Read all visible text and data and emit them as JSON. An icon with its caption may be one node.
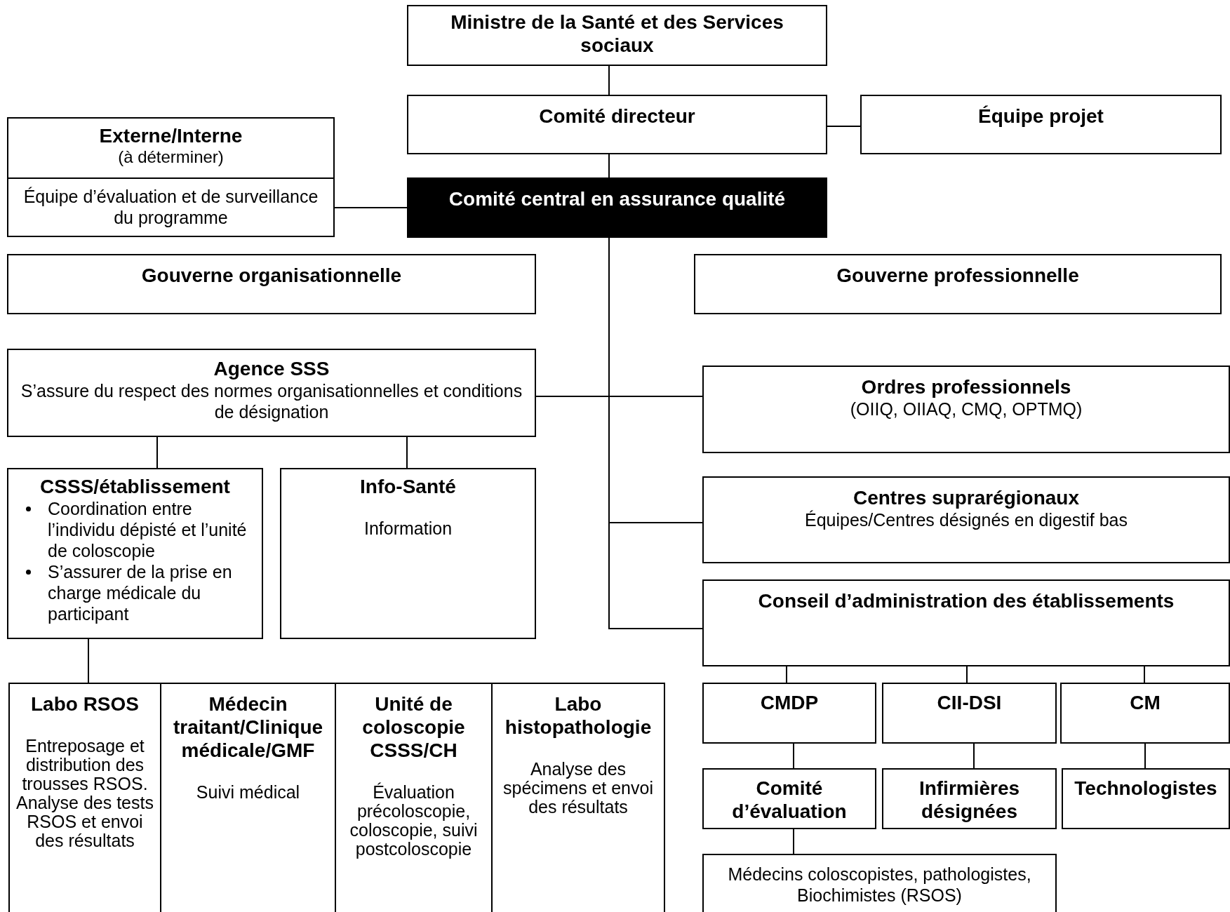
{
  "diagram": {
    "nodes": [
      {
        "text": [
          "Ministre de la Santé et des Services sociaux"
        ]
      },
      {
        "text": [
          "Comité directeur"
        ]
      },
      {
        "text": [
          "Équipe projet"
        ]
      },
      {
        "text": [
          "Externe/Interne",
          "(à déterminer)",
          "Équipe d’évaluation et de surveillance du programme"
        ]
      },
      {
        "text": [
          "Comité central en assurance qualité"
        ]
      },
      {
        "text": [
          "Gouverne organisationnelle"
        ]
      },
      {
        "text": [
          "Gouverne professionnelle"
        ]
      },
      {
        "text": [
          "Agence SSS",
          "S’assure du respect des normes organisationnelles et conditions de désignation"
        ]
      },
      {
        "text": [
          "Ordres professionnels",
          "(OIIQ, OIIAQ, CMQ, OPTMQ)"
        ]
      },
      {
        "text": [
          "Centres suprarégionaux",
          "Équipes/Centres désignés en digestif bas"
        ]
      },
      {
        "text": [
          "Conseil d’administration des établissements"
        ]
      },
      {
        "text": [
          "CSSS/établissement",
          "Coordination entre l’individu dépisté et l’unité de coloscopie",
          "S’assurer de la prise en charge médicale du participant"
        ]
      },
      {
        "text": [
          "Info-Santé",
          "Information"
        ]
      },
      {
        "text": [
          "Labo RSOS",
          "Entreposage et distribution des trousses RSOS. Analyse des tests RSOS et envoi des résultats"
        ]
      },
      {
        "text": [
          "Médecin traitant/Clinique médicale/GMF",
          "Suivi médical"
        ]
      },
      {
        "text": [
          "Unité de coloscopie CSSS/CH",
          "Évaluation précoloscopie, coloscopie, suivi postcoloscopie"
        ]
      },
      {
        "text": [
          "Labo histopathologie",
          "Analyse des spécimens et envoi des résultats"
        ]
      },
      {
        "text": [
          "CMDP"
        ]
      },
      {
        "text": [
          "CII-DSI"
        ]
      },
      {
        "text": [
          "CM"
        ]
      },
      {
        "text": [
          "Comité d’évaluation"
        ]
      },
      {
        "text": [
          "Infirmières désignées"
        ]
      },
      {
        "text": [
          "Technologistes"
        ]
      },
      {
        "text": [
          "Médecins coloscopistes, pathologistes, Biochimistes (RSOS)"
        ]
      }
    ],
    "edges": [
      {
        "from": 0,
        "to": 1,
        "arrow": "none"
      },
      {
        "from": 1,
        "to": 2,
        "arrow": "none"
      },
      {
        "from": 1,
        "to": 4,
        "arrow": "none"
      },
      {
        "from": 4,
        "to": 3,
        "arrow": "none"
      },
      {
        "from": 4,
        "to": 7,
        "arrow": "none"
      },
      {
        "from": 4,
        "to": 8,
        "arrow": "none"
      },
      {
        "from": 4,
        "to": 9,
        "arrow": "none"
      },
      {
        "from": 4,
        "to": 10,
        "arrow": "none"
      },
      {
        "from": 7,
        "to": 11,
        "arrow": "none"
      },
      {
        "from": 7,
        "to": 12,
        "arrow": "none"
      },
      {
        "from": 11,
        "to": 13,
        "arrow": "none"
      },
      {
        "from": 10,
        "to": 17,
        "arrow": "none"
      },
      {
        "from": 10,
        "to": 18,
        "arrow": "none"
      },
      {
        "from": 10,
        "to": 19,
        "arrow": "none"
      },
      {
        "from": 17,
        "to": 20,
        "arrow": "none"
      },
      {
        "from": 18,
        "to": 21,
        "arrow": "none"
      },
      {
        "from": 19,
        "to": 22,
        "arrow": "none"
      },
      {
        "from": 20,
        "to": 23,
        "arrow": "none"
      }
    ]
  }
}
